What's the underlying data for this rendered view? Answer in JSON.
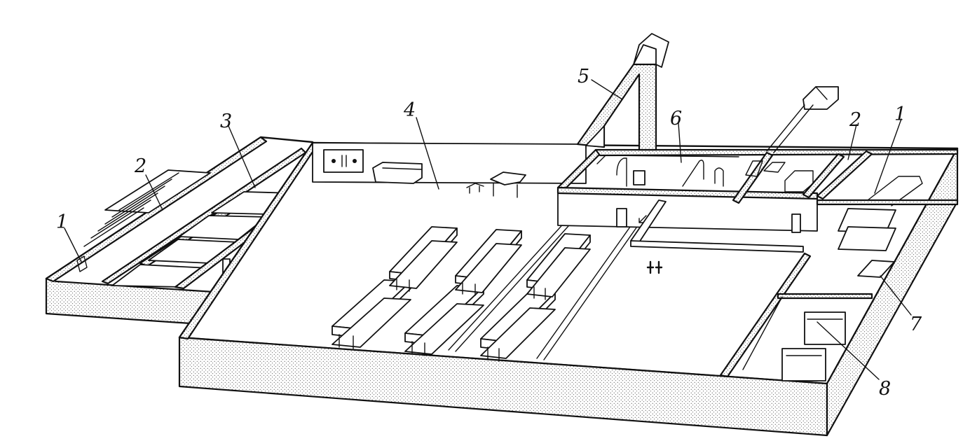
{
  "callouts": [
    {
      "id": "c1-left",
      "text": "1"
    },
    {
      "id": "c2-left",
      "text": "2"
    },
    {
      "id": "c3",
      "text": "3"
    },
    {
      "id": "c4",
      "text": "4"
    },
    {
      "id": "c5",
      "text": "5"
    },
    {
      "id": "c6",
      "text": "6"
    },
    {
      "id": "c2-right",
      "text": "2"
    },
    {
      "id": "c1-right",
      "text": "1"
    },
    {
      "id": "c7",
      "text": "7"
    },
    {
      "id": "c8",
      "text": "8"
    }
  ],
  "colors": {
    "ink": "#111111",
    "paper": "#ffffff"
  }
}
